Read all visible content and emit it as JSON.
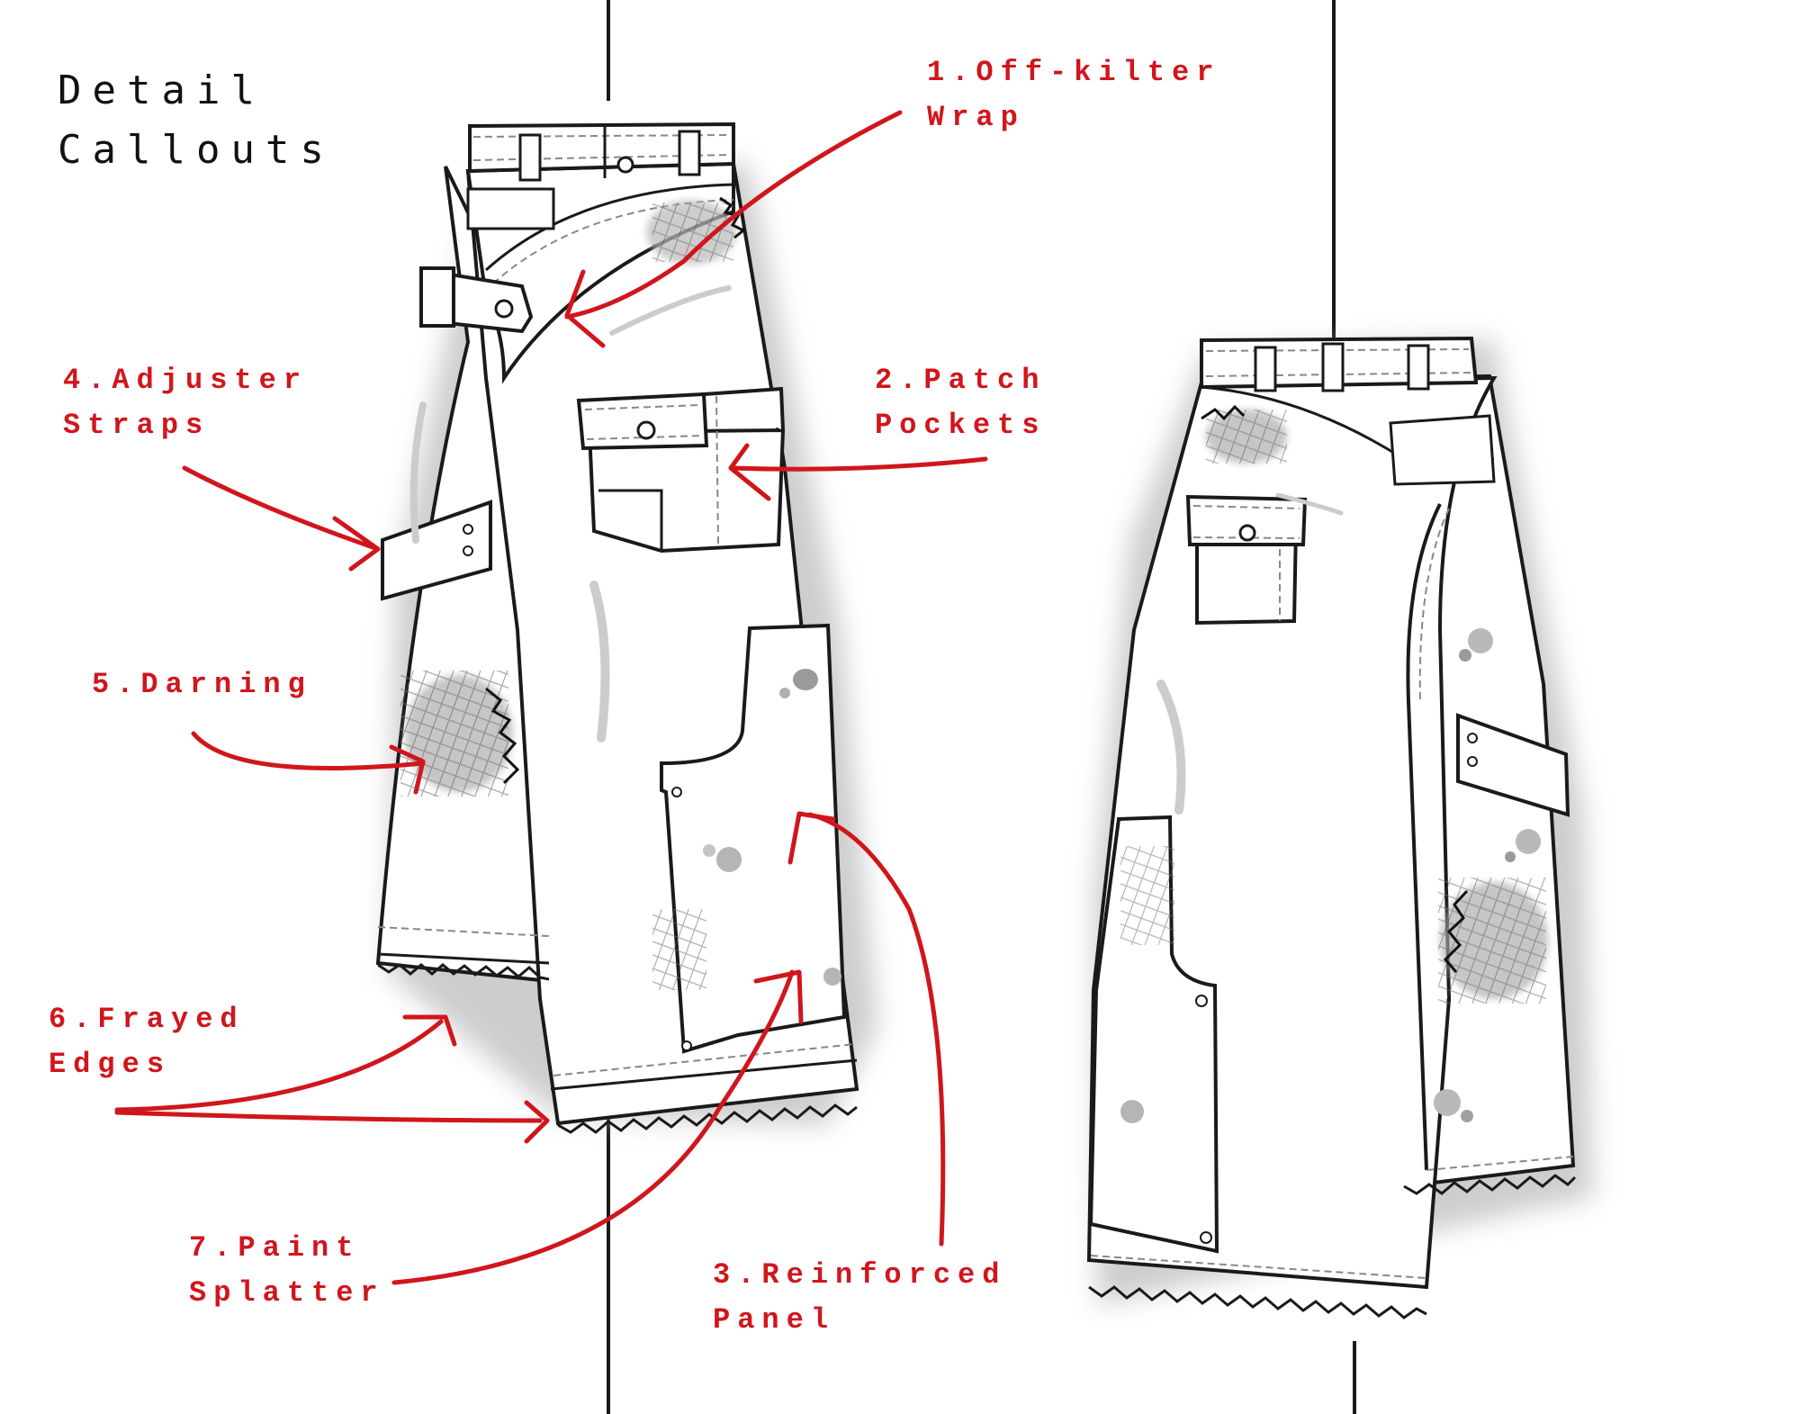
{
  "heading": {
    "line1": "Detail",
    "line2": "Callouts"
  },
  "callouts": [
    {
      "id": "off-kilter-wrap",
      "line1": "1.Off-kilter",
      "line2": "Wrap"
    },
    {
      "id": "patch-pockets",
      "line1": "2.Patch",
      "line2": "Pockets"
    },
    {
      "id": "reinforced-panel",
      "line1": "3.Reinforced",
      "line2": "Panel"
    },
    {
      "id": "adjuster-straps",
      "line1": "4.Adjuster",
      "line2": "Straps"
    },
    {
      "id": "darning",
      "line1": "5.Darning",
      "line2": ""
    },
    {
      "id": "frayed-edges",
      "line1": "6.Frayed",
      "line2": "Edges"
    },
    {
      "id": "paint-splatter",
      "line1": "7.Paint",
      "line2": "Splatter"
    }
  ],
  "colors": {
    "annotation_red": "#d0161c",
    "outline": "#1a1a1a",
    "garment_fill": "#ffffff",
    "shadow": "#c9c9c9",
    "darning_gray": "#a8a8a8",
    "heading_text": "#111111"
  }
}
